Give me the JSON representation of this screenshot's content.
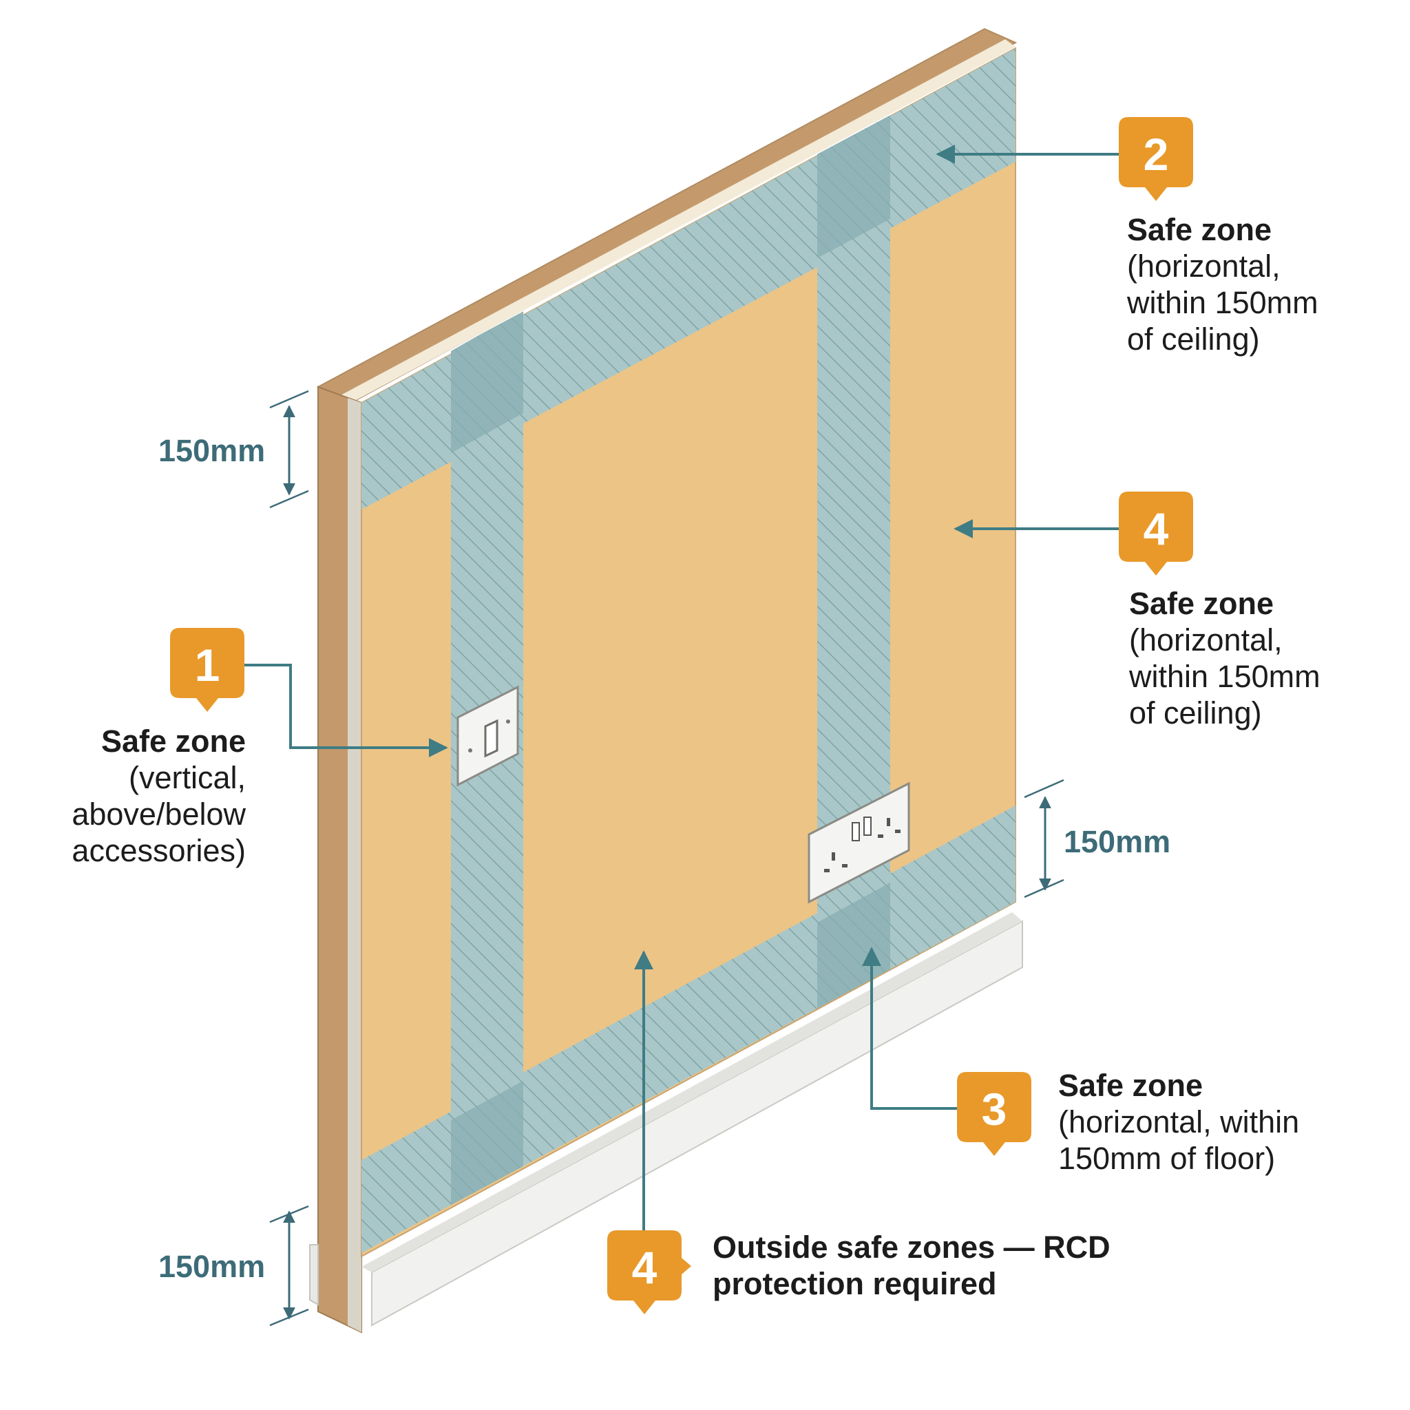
{
  "colors": {
    "wall_face": "#ecc486",
    "wall_edge": "#c49a6c",
    "zone_band": "#a9c7c8",
    "zone_hatch": "#7fa3a6",
    "zone_overlap": "#88aeb1",
    "badge": "#e8992a",
    "leader": "#3f7c84",
    "dimension": "#3d6b78",
    "skirting": "#f1f1ef"
  },
  "dimensions": {
    "top": "150mm",
    "right": "150mm",
    "bottom": "150mm"
  },
  "callouts": {
    "zone_1": {
      "number": "1",
      "heading": "Safe zone",
      "lines": [
        "(vertical,",
        "above/below",
        "accessories)"
      ]
    },
    "zone_2": {
      "number": "2",
      "heading": "Safe zone",
      "lines": [
        "(horizontal,",
        "within 150mm",
        "of ceiling)"
      ]
    },
    "zone_4_upper": {
      "number": "4",
      "heading": "Safe zone",
      "lines": [
        "(horizontal,",
        "within 150mm",
        "of ceiling)"
      ]
    },
    "zone_3": {
      "number": "3",
      "heading": "Safe zone",
      "lines": [
        "(horizontal, within",
        "150mm of floor)"
      ]
    },
    "zone_4_outside": {
      "number": "4",
      "lines": [
        "Outside safe zones —",
        "RCD protection required"
      ]
    }
  },
  "icons": [
    "light-switch-icon",
    "double-socket-icon"
  ]
}
